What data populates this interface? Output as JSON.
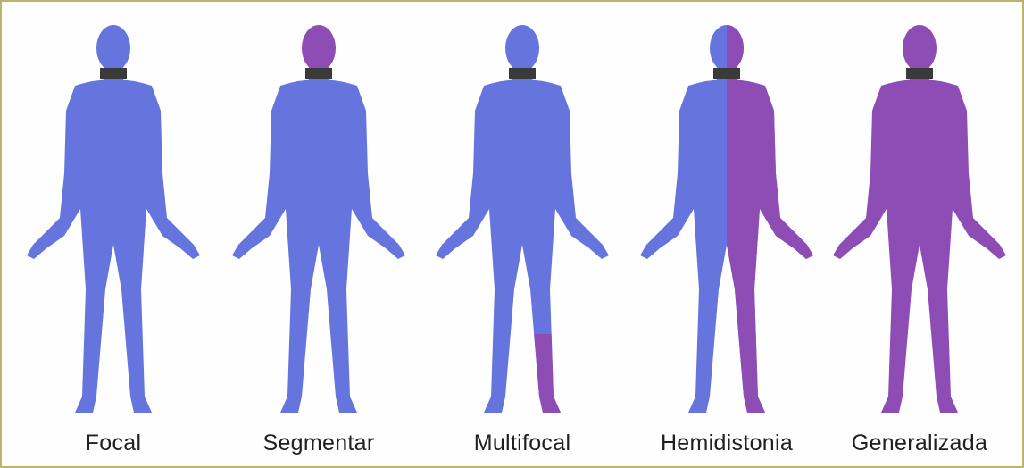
{
  "colors": {
    "blue": "#6575dd",
    "purple": "#8e4db5",
    "neck": "#3a3a3a",
    "frame": "#b9b66a"
  },
  "figures": [
    {
      "label": "Focal",
      "highlight": "neck"
    },
    {
      "label": "Segmentar",
      "highlight": "head"
    },
    {
      "label": "Multifocal",
      "highlight": "left-lower-leg"
    },
    {
      "label": "Hemidistonia",
      "highlight": "left-half"
    },
    {
      "label": "Generalizada",
      "highlight": "whole-body"
    }
  ]
}
